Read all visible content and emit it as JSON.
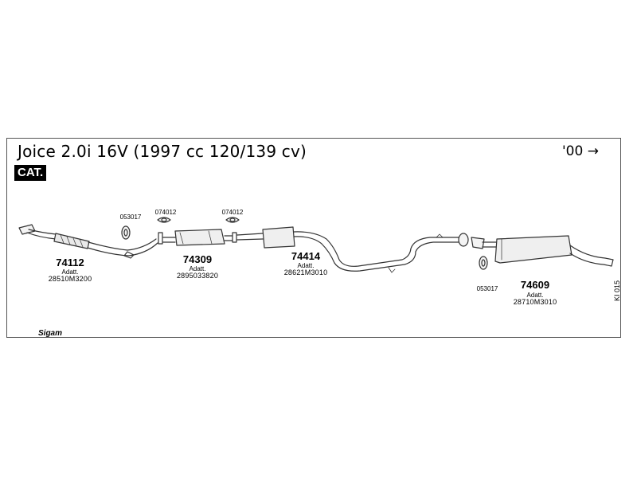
{
  "title": "Joice 2.0i 16V (1997 cc 120/139 cv)",
  "since": "'00 →",
  "badge": "CAT.",
  "brand": "Sigam",
  "drawing_code": "KI 015",
  "adatt_label": "Adatt.",
  "parts": [
    {
      "number": "74112",
      "oem": "28510M3200"
    },
    {
      "number": "74309",
      "oem": "2895033820"
    },
    {
      "number": "74414",
      "oem": "28621M3010"
    },
    {
      "number": "74609",
      "oem": "28710M3010"
    }
  ],
  "small_parts": [
    "053017",
    "074012",
    "074012",
    "053017"
  ]
}
